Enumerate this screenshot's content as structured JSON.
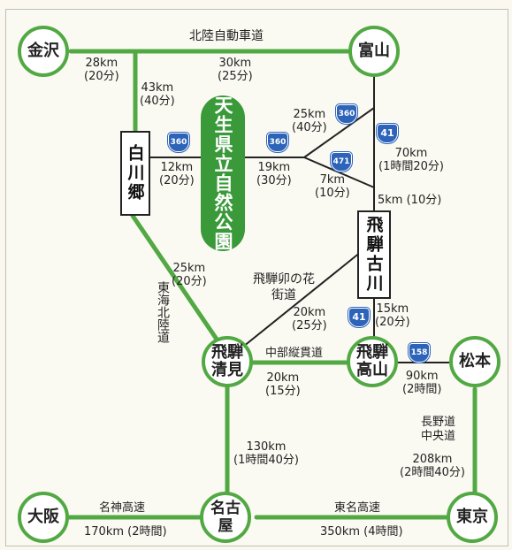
{
  "cities": {
    "kanazawa": "金沢",
    "toyama": "富山",
    "shirakawago": "白川郷",
    "hida_furukawa": "飛騨古川",
    "hida_kiyomi": "飛騨\n清見",
    "hida_takayama": "飛騨\n高山",
    "matsumoto": "松本",
    "osaka": "大阪",
    "nagoya": "名古屋",
    "tokyo": "東京"
  },
  "park": "天生県立自然公園",
  "roads": {
    "hokuriku": "北陸自動車道",
    "tokai_hokuriku": "東海北陸道",
    "hida_unohana": "飛騨卯の花\n街道",
    "chubu_jukan": "中部縦貫道",
    "nagano_chuo": "長野道\n中央道",
    "meishin": "名神高速",
    "tomei": "東名高速"
  },
  "distances": {
    "kanazawa_split": "28km\n(20分)",
    "split_toyama": "30km\n(25分)",
    "split_shirakawago": "43km\n(40分)",
    "shirakawago_park": "12km\n(20分)",
    "park_junction": "19km\n(30分)",
    "junction_toyama": "25km\n(40分)",
    "junction_furukawa": "7km\n(10分)",
    "toyama_furukawa": "70km\n(1時間20分)",
    "toyama_furukawa_2": "5km (10分)",
    "shirakawago_kiyomi": "25km\n(20分)",
    "kiyomi_furukawa": "20km\n(25分)",
    "furukawa_takayama": "15km\n(20分)",
    "kiyomi_takayama": "20km\n(15分)",
    "takayama_matsumoto": "90km\n(2時間)",
    "kiyomi_nagoya": "130km\n(1時間40分)",
    "matsumoto_tokyo": "208km\n(2時間40分)",
    "osaka_nagoya": "170km (2時間)",
    "nagoya_tokyo": "350km (4時間)"
  },
  "route_numbers": {
    "r360_a": "360",
    "r360_b": "360",
    "r360_c": "360",
    "r41_a": "41",
    "r471": "471",
    "r41_b": "41",
    "r158": "158"
  },
  "colors": {
    "expressway": "#52a944",
    "road": "#222222",
    "park": "#3a9a3a",
    "route_shield": "#2d63b8"
  }
}
